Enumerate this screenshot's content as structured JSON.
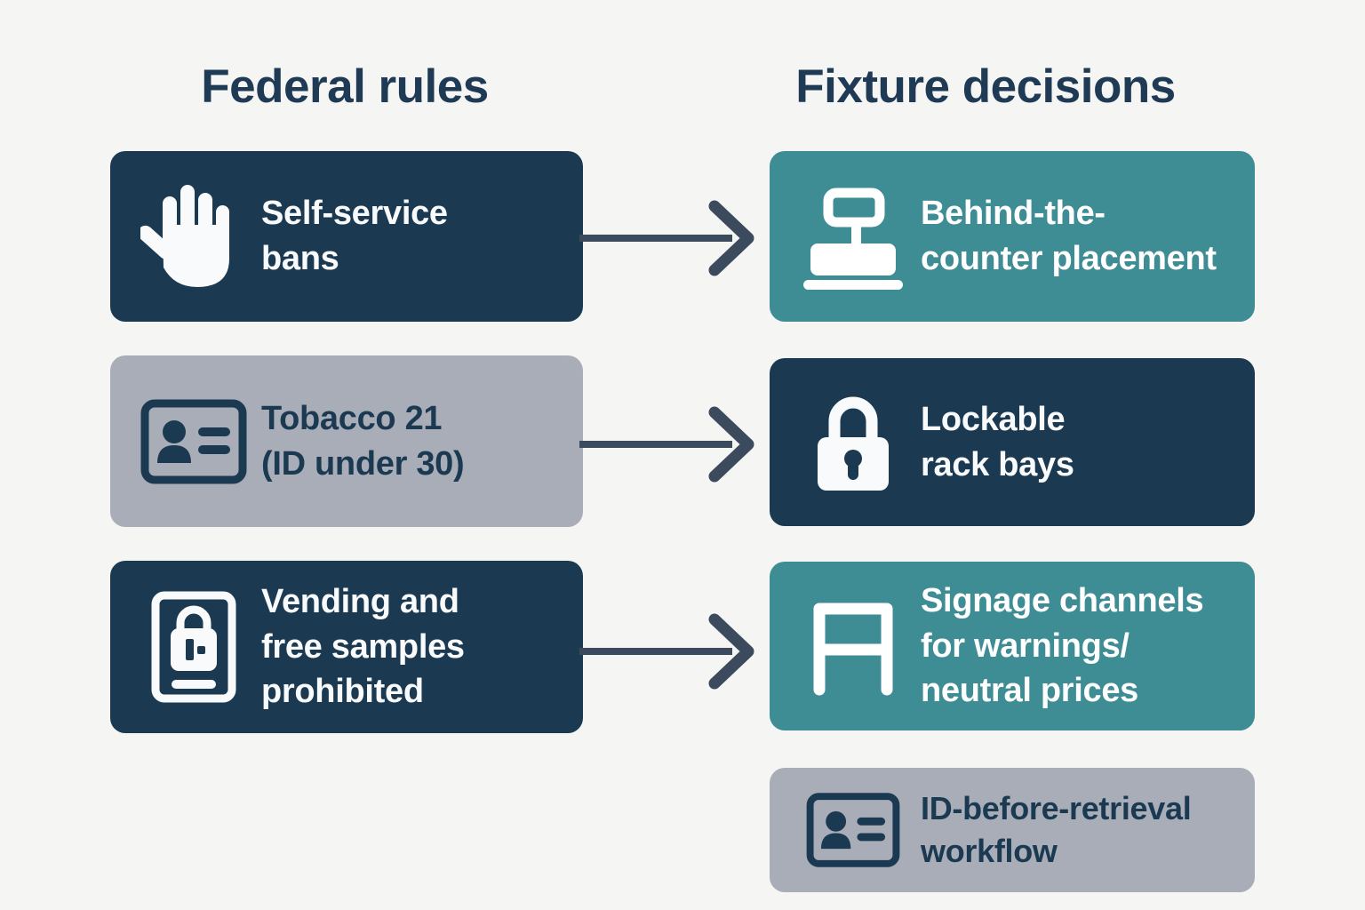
{
  "colors": {
    "bg": "#f5f5f4",
    "navy": "#1b3a52",
    "teal": "#3e8c94",
    "gray": "#a9adb8",
    "arrow": "#3b4a5c",
    "heading": "#1f3a55",
    "text-light": "#f8fafb"
  },
  "headers": {
    "left": "Federal rules",
    "right": "Fixture decisions"
  },
  "left_column": {
    "boxes": [
      {
        "label": "Self-service\nbans",
        "icon": "hand-stop-icon",
        "variant": "navy"
      },
      {
        "label": "Tobacco 21\n(ID under 30)",
        "icon": "id-card-icon",
        "variant": "gray"
      },
      {
        "label": "Vending and\nfree samples\nprohibited",
        "icon": "vending-machine-lock-icon",
        "variant": "navy"
      }
    ]
  },
  "right_column": {
    "boxes": [
      {
        "label": "Behind-the-\ncounter placement",
        "icon": "cash-register-icon",
        "variant": "teal"
      },
      {
        "label": "Lockable\nrack bays",
        "icon": "padlock-icon",
        "variant": "navy"
      },
      {
        "label": "Signage channels\nfor warnings/\nneutral prices",
        "icon": "sign-frame-icon",
        "variant": "teal"
      },
      {
        "label": "ID-before-retrieval\nworkflow",
        "icon": "id-card-icon",
        "variant": "gray"
      }
    ]
  },
  "connections": [
    {
      "from": "Self-service bans",
      "to": "Behind-the-counter placement"
    },
    {
      "from": "Tobacco 21 (ID under 30)",
      "to": "Lockable rack bays"
    },
    {
      "from": "Vending and free samples prohibited",
      "to": "Signage channels for warnings/neutral prices"
    }
  ]
}
